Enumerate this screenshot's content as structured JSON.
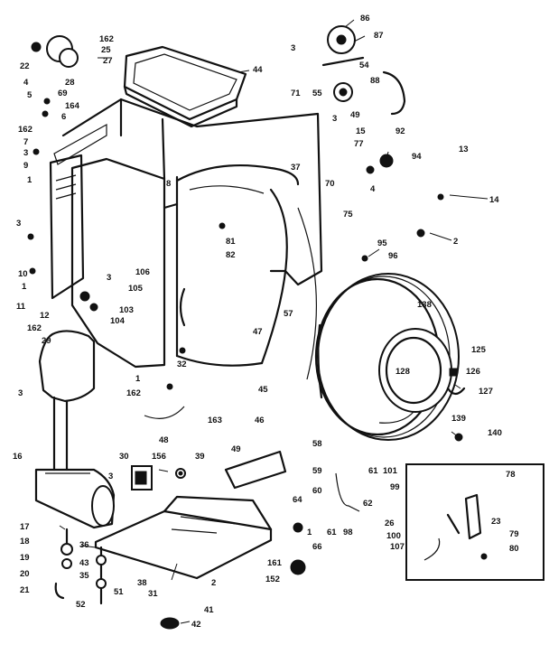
{
  "labels": {
    "l86": "86",
    "l87": "87",
    "l162a": "162",
    "l25": "25",
    "l27": "27",
    "l22": "22",
    "l4a": "4",
    "l28": "28",
    "l44": "44",
    "l3a": "3",
    "l54": "54",
    "l71": "71",
    "l55": "55",
    "l88": "88",
    "l5": "5",
    "l69": "69",
    "l164": "164",
    "l49a": "49",
    "l6": "6",
    "l3b": "3",
    "l162b": "162",
    "l15a": "15",
    "l92": "92",
    "l7a": "7",
    "l3c": "3",
    "l77": "77",
    "l13": "13",
    "l9": "9",
    "l37": "37",
    "l94": "94",
    "l1a": "1",
    "l8": "8",
    "l70": "70",
    "l4b": "4",
    "l14": "14",
    "l75": "75",
    "l2a": "2",
    "l3d": "3",
    "l81": "81",
    "l82": "82",
    "l95": "95",
    "l96": "96",
    "l10": "10",
    "l1b": "1",
    "l3e": "3",
    "l106": "106",
    "l105": "105",
    "l11": "11",
    "l103": "103",
    "l12": "12",
    "l104": "104",
    "l57": "57",
    "l138": "138",
    "l162c": "162",
    "l29": "29",
    "l47": "47",
    "l125": "125",
    "l32": "32",
    "l128": "128",
    "l126": "126",
    "l1c": "1",
    "l162d": "162",
    "l127": "127",
    "l3f": "3",
    "l45": "45",
    "l139": "139",
    "l163": "163",
    "l46": "46",
    "l140": "140",
    "l48": "48",
    "l16": "16",
    "l30": "30",
    "l156": "156",
    "l39": "39",
    "l58": "58",
    "l49b": "49",
    "l78": "78",
    "l59": "59",
    "l61a": "61",
    "l101": "101",
    "l99": "99",
    "l60": "60",
    "l3g": "3",
    "l64": "64",
    "l62": "62",
    "l17": "17",
    "l23": "23",
    "l26": "26",
    "l79": "79",
    "l1d": "1",
    "l61b": "61",
    "l98": "98",
    "l100": "100",
    "l80": "80",
    "l18": "18",
    "l36": "36",
    "l66": "66",
    "l107": "107",
    "l19": "19",
    "l43": "43",
    "l20": "20",
    "l35": "35",
    "l161": "161",
    "l21": "21",
    "l38": "38",
    "l2b": "2",
    "l152": "152",
    "l51": "51",
    "l52": "52",
    "l31": "31",
    "l41": "41",
    "l42": "42"
  }
}
